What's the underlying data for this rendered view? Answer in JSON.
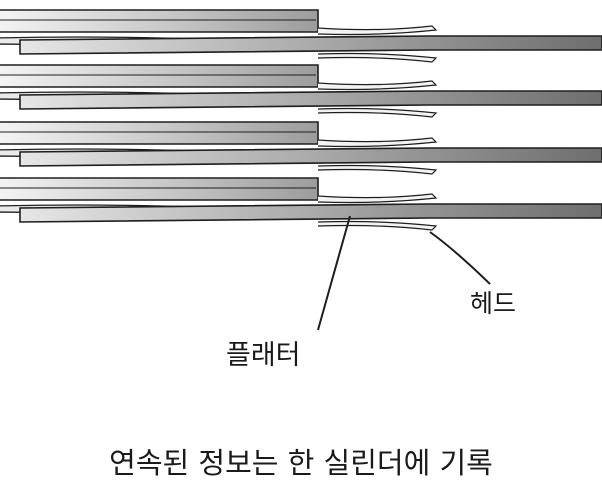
{
  "labels": {
    "head": "헤드",
    "platter": "플래터"
  },
  "caption": "연속된 정보는 한 실린더에 기록",
  "colors": {
    "stroke": "#1e1e1e",
    "platter_light": "#f2f2f2",
    "platter_dark": "#9a9a9a",
    "arm_light": "#d9d9d9",
    "arm_dark": "#707070",
    "background": "#ffffff"
  }
}
